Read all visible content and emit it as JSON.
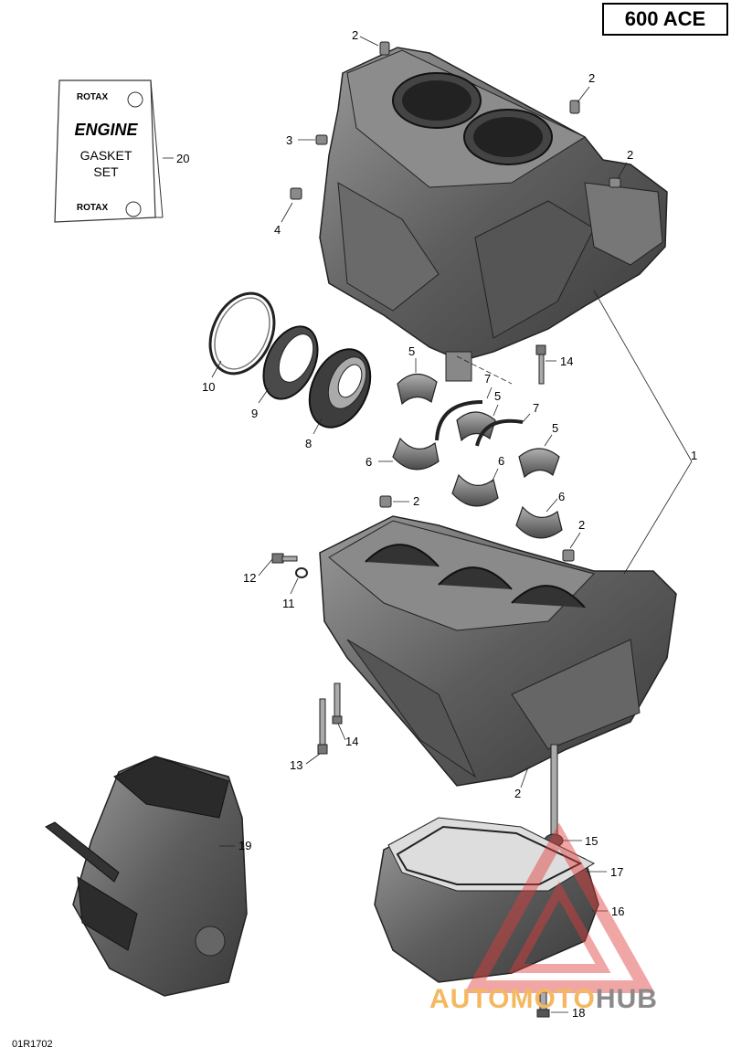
{
  "model_label": "600 ACE",
  "document_code": "01R1702",
  "gasket_set": {
    "brand_top": "ROTAX",
    "line1": "ENGINE",
    "line2": "GASKET",
    "line3": "SET",
    "brand_bottom": "ROTAX"
  },
  "callouts": [
    {
      "id": "c2a",
      "text": "2"
    },
    {
      "id": "c2b",
      "text": "2"
    },
    {
      "id": "c2c",
      "text": "2"
    },
    {
      "id": "c3",
      "text": "3"
    },
    {
      "id": "c4",
      "text": "4"
    },
    {
      "id": "c20",
      "text": "20"
    },
    {
      "id": "c10",
      "text": "10"
    },
    {
      "id": "c9",
      "text": "9"
    },
    {
      "id": "c8",
      "text": "8"
    },
    {
      "id": "c5a",
      "text": "5"
    },
    {
      "id": "c5b",
      "text": "5"
    },
    {
      "id": "c5c",
      "text": "5"
    },
    {
      "id": "c7a",
      "text": "7"
    },
    {
      "id": "c7b",
      "text": "7"
    },
    {
      "id": "c6a",
      "text": "6"
    },
    {
      "id": "c6b",
      "text": "6"
    },
    {
      "id": "c6c",
      "text": "6"
    },
    {
      "id": "c14a",
      "text": "14"
    },
    {
      "id": "c1",
      "text": "1"
    },
    {
      "id": "c2d",
      "text": "2"
    },
    {
      "id": "c2e",
      "text": "2"
    },
    {
      "id": "c12",
      "text": "12"
    },
    {
      "id": "c11",
      "text": "11"
    },
    {
      "id": "c14b",
      "text": "14"
    },
    {
      "id": "c13",
      "text": "13"
    },
    {
      "id": "c2f",
      "text": "2"
    },
    {
      "id": "c19",
      "text": "19"
    },
    {
      "id": "c15",
      "text": "15"
    },
    {
      "id": "c17",
      "text": "17"
    },
    {
      "id": "c16",
      "text": "16"
    },
    {
      "id": "c18",
      "text": "18"
    }
  ],
  "watermark": {
    "part1": "AUTO",
    "part2": "MOTO",
    "part3": "HUB"
  }
}
